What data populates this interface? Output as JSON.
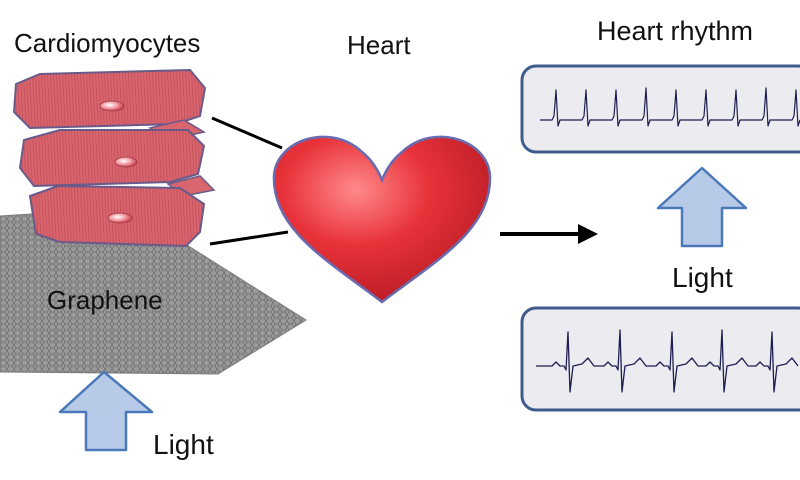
{
  "labels": {
    "cardiomyocytes": "Cardiomyocytes",
    "heart": "Heart",
    "heart_rhythm": "Heart rhythm",
    "graphene": "Graphene",
    "light_bottom": "Light",
    "light_right": "Light"
  },
  "colors": {
    "cell_fill": "#d96a73",
    "cell_stroke": "#6a5a8a",
    "heart_fill": "#e8323a",
    "sheet_fill": "#8d8d8d",
    "arrow_fill": "#b7cbe8",
    "arrow_stroke": "#4a78b8",
    "panel_fill": "#ebebf0",
    "panel_stroke": "#3f5b8c",
    "trace": "#1e1e50"
  },
  "icons": [
    "graphene-sheet",
    "cardiomyocyte-cell",
    "heart-icon",
    "up-arrow-icon",
    "right-arrow-icon",
    "ecg-trace"
  ]
}
